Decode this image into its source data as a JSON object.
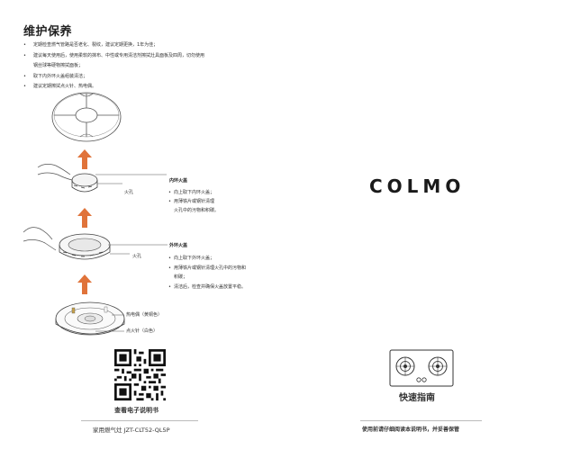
{
  "left_page": {
    "title": "维护保养",
    "bullets": [
      "定期检查燃气管路是否老化、裂纹，建议定期更换，1年为佳；",
      "建议每天使用后，使用柔软的抹布、中性或专用清洁剂擦拭灶具面板及四周，切勿使用",
      "钢丝球等硬物擦拭面板；",
      "取下内外环火盖组装清洁；",
      "建议定期擦拭点火针、热电偶。"
    ],
    "inner_cap": {
      "heading": "内环火盖",
      "hole_label": "火孔",
      "steps": [
        "向上取下内环火盖；",
        "用薄铁片或钢针清理",
        "火孔中的污物和积碳。"
      ]
    },
    "outer_cap": {
      "heading": "外环火盖",
      "hole_label": "火孔",
      "steps": [
        "向上取下外环火盖；",
        "用薄铁片或钢针清理火孔中的污物和",
        "积碳；",
        "清洁后，检查并确保火盖放置平稳。"
      ]
    },
    "base_labels": {
      "thermocouple": "热电偶（黄铜色）",
      "igniter": "点火针（白色）"
    },
    "qr_caption": "查看电子说明书",
    "footer": "家用燃气灶  JZT-CLT52-QL5P"
  },
  "right_page": {
    "brand": "COLMO",
    "guide_title": "快速指南",
    "footer": "使用前请仔细阅读本说明书，并妥善保管"
  },
  "colors": {
    "arrow": "#e0733a",
    "text": "#222222",
    "line": "#555555"
  }
}
